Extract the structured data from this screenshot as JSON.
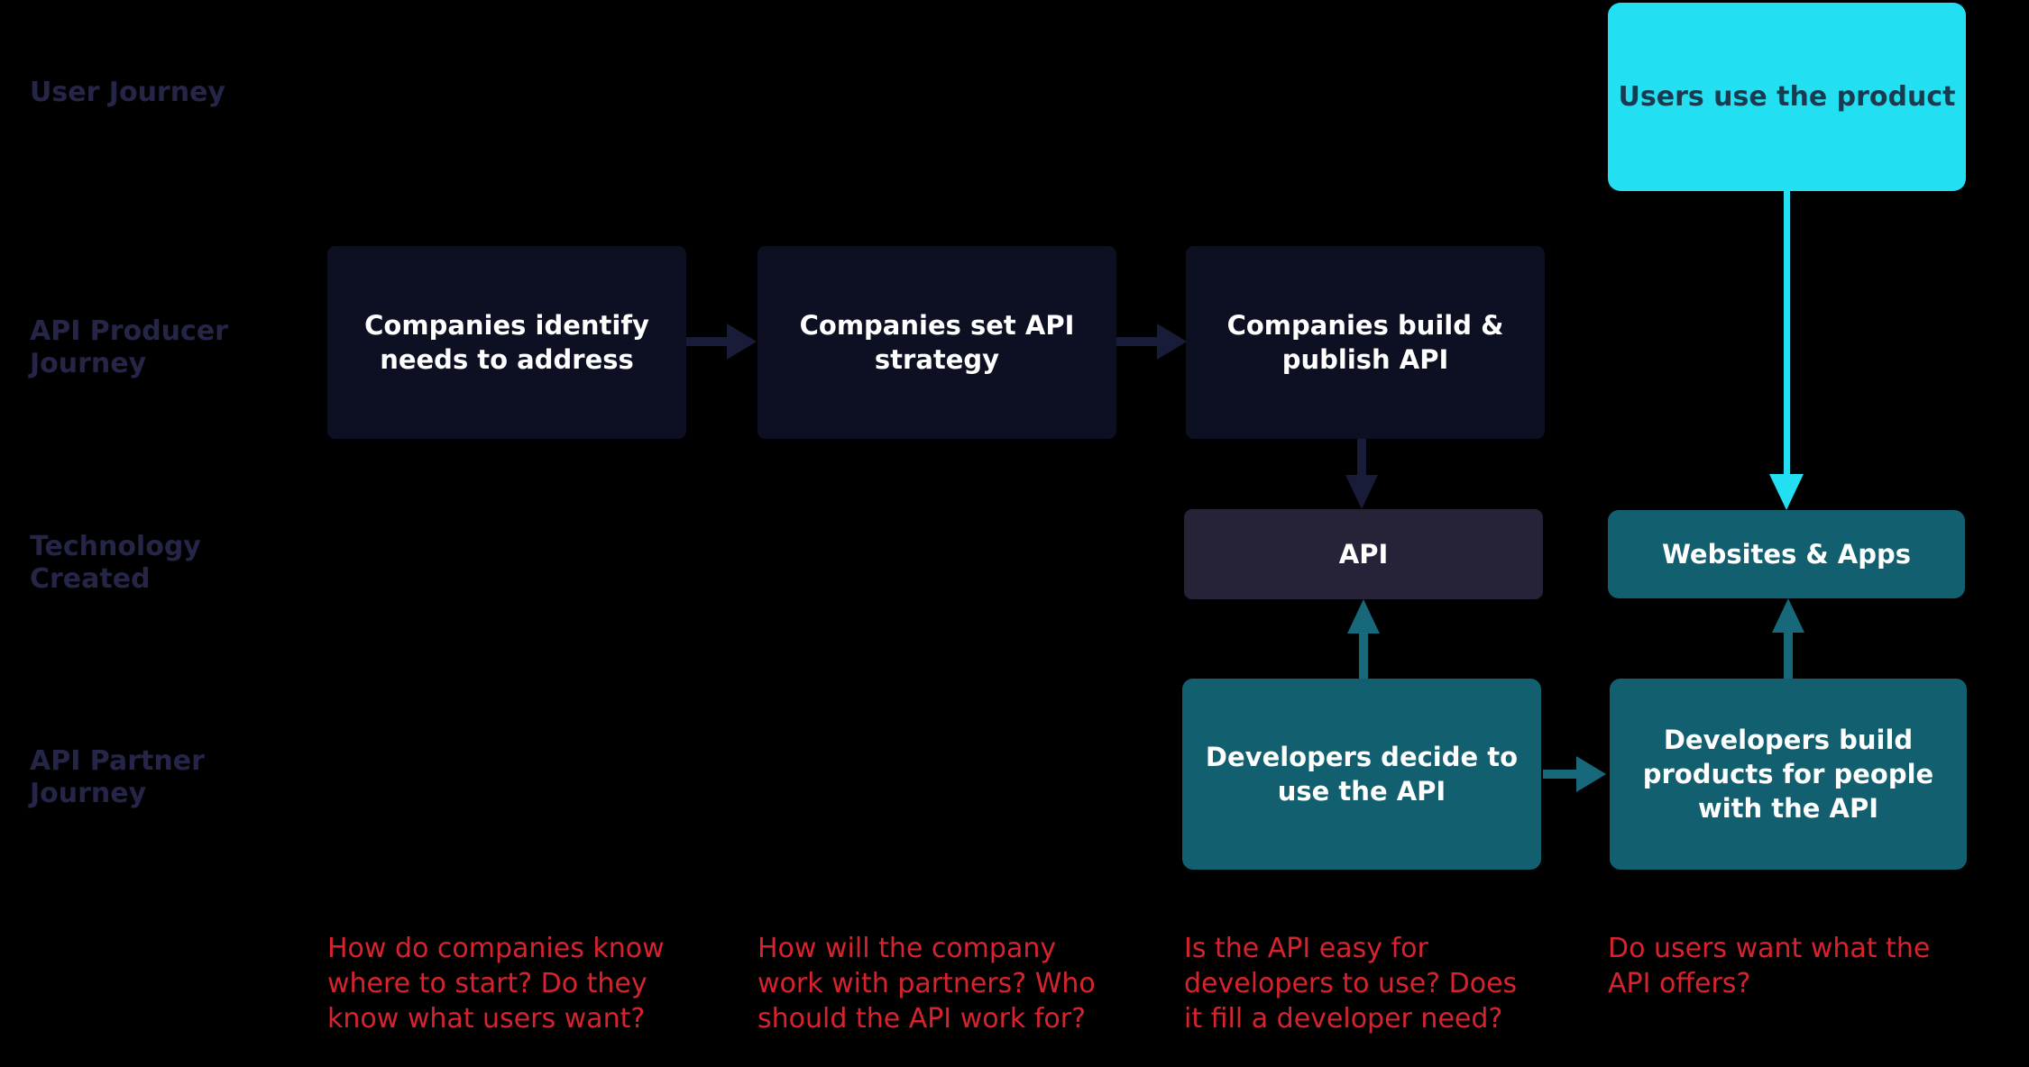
{
  "palette": {
    "background": "#000000",
    "lane_label": "#252548",
    "dark_box": "#0D1022",
    "dark_arrow": "#181C39",
    "api_box": "#262339",
    "teal_box": "#12606F",
    "teal_arrow": "#17687A",
    "cyan": "#22DFF2",
    "cyan_text": "#1A3B4F",
    "red_text": "#D7232E",
    "white_text": "#FFFFFF"
  },
  "lanes": {
    "user": "User Journey",
    "producer": "API Producer\nJourney",
    "technology": "Technology\nCreated",
    "partner": "API Partner\nJourney"
  },
  "boxes": {
    "users_use_product": "Users use the product",
    "companies_identify": "Companies identify\nneeds to address",
    "companies_set_strategy": "Companies set API\nstrategy",
    "companies_build_publish": "Companies build &\npublish API",
    "api": "API",
    "websites_apps": "Websites & Apps",
    "developers_decide": "Developers decide to\nuse the API",
    "developers_build": "Developers build\nproducts for people\nwith the API"
  },
  "questions": {
    "q1": "How do companies know\nwhere to start? Do they\nknow what users want?",
    "q2": "How will the company\nwork with partners? Who\nshould the API work for?",
    "q3": "Is the API easy for\ndevelopers to use? Does\nit fill a developer need?",
    "q4": "Do users want what the\nAPI offers?"
  }
}
